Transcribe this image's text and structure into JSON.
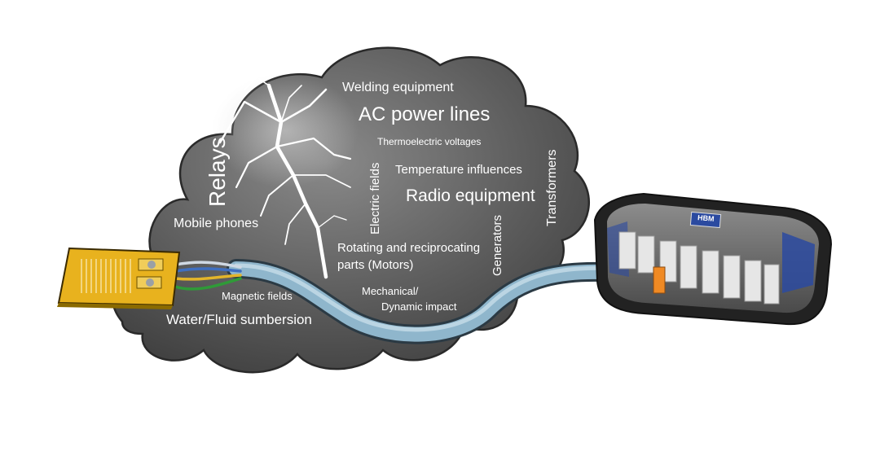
{
  "labels": {
    "welding": "Welding equipment",
    "ac_power": "AC power lines",
    "thermo": "Thermoelectric voltages",
    "relays": "Relays",
    "temperature": "Temperature influences",
    "electric_fields": "Electric fields",
    "radio": "Radio equipment",
    "transformers": "Transformers",
    "mobile": "Mobile phones",
    "generators": "Generators",
    "rotating_1": "Rotating and reciprocating",
    "rotating_2": "parts (Motors)",
    "magnetic": "Magnetic fields",
    "mechanical_1": "Mechanical/",
    "mechanical_2": "Dynamic impact",
    "water": "Water/Fluid sumbersion"
  },
  "logo_text": "HBM",
  "colors": {
    "cloud": "#5c5c5c",
    "cable": "#8fb6cc",
    "gauge": "#e8b21e",
    "wire_green": "#2f9a38",
    "wire_yellow": "#e3b52a",
    "wire_blue": "#3f6fc0",
    "device_accent": "#2b4aa0"
  }
}
